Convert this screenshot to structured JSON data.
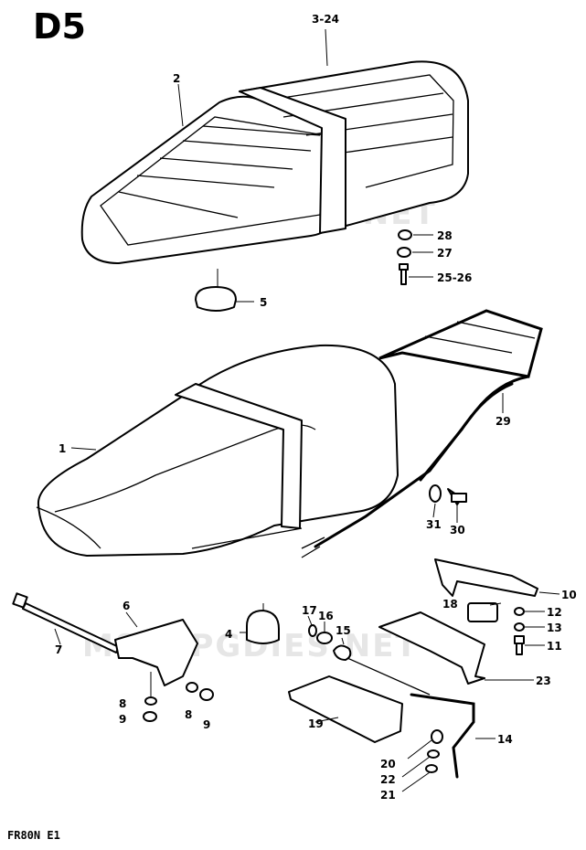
{
  "section_code": "D5",
  "model_code": "FR80N E1",
  "watermark": "MSFOPGDIES.NET",
  "callouts": {
    "c1": "1",
    "c2": "2",
    "c3_24": "3-24",
    "c4": "4",
    "c5": "5",
    "c6": "6",
    "c7": "7",
    "c8a": "8",
    "c8b": "8",
    "c9a": "9",
    "c9b": "9",
    "c10": "10",
    "c11": "11",
    "c12": "12",
    "c13": "13",
    "c14": "14",
    "c15": "15",
    "c16": "16",
    "c17": "17",
    "c18": "18",
    "c19": "19",
    "c20": "20",
    "c21": "21",
    "c22": "22",
    "c23": "23",
    "c25_26": "25-26",
    "c27": "27",
    "c28": "28",
    "c29": "29",
    "c30": "30",
    "c31": "31"
  }
}
